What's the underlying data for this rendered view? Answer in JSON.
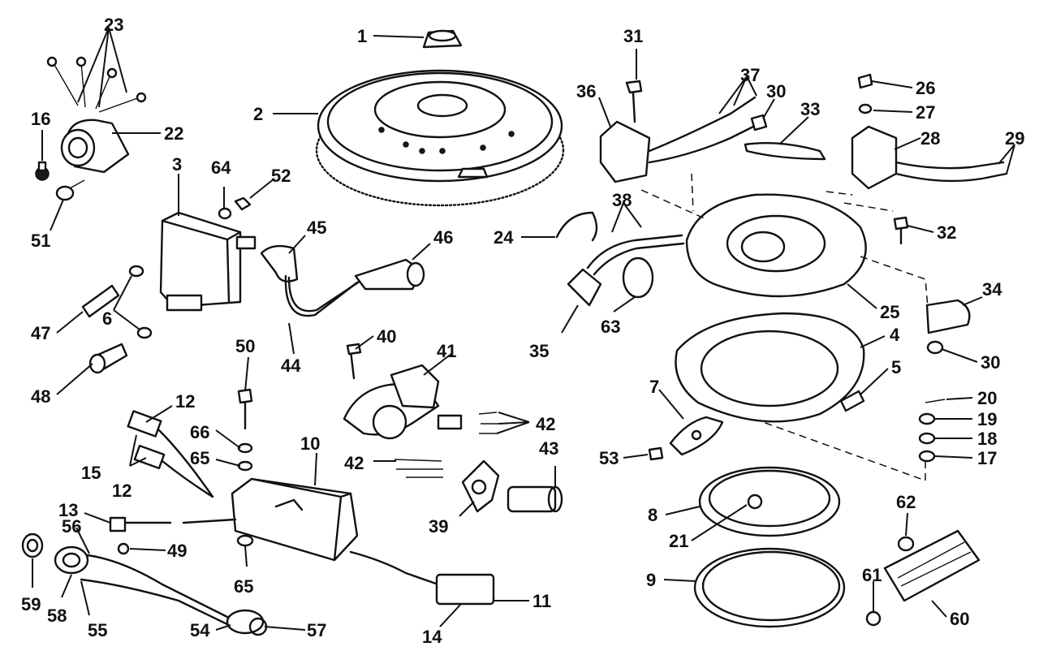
{
  "diagram": {
    "kind": "exploded parts diagram",
    "callouts": [
      "1",
      "2",
      "3",
      "4",
      "5",
      "6",
      "7",
      "8",
      "9",
      "10",
      "11",
      "12",
      "12",
      "13",
      "14",
      "15",
      "16",
      "17",
      "18",
      "19",
      "20",
      "21",
      "22",
      "23",
      "24",
      "25",
      "26",
      "27",
      "28",
      "29",
      "30",
      "30",
      "31",
      "32",
      "33",
      "34",
      "35",
      "36",
      "37",
      "38",
      "39",
      "40",
      "41",
      "42",
      "42",
      "43",
      "44",
      "45",
      "46",
      "47",
      "48",
      "49",
      "50",
      "51",
      "52",
      "53",
      "54",
      "55",
      "56",
      "57",
      "58",
      "59",
      "60",
      "61",
      "62",
      "63",
      "64",
      "65",
      "65",
      "66"
    ]
  }
}
